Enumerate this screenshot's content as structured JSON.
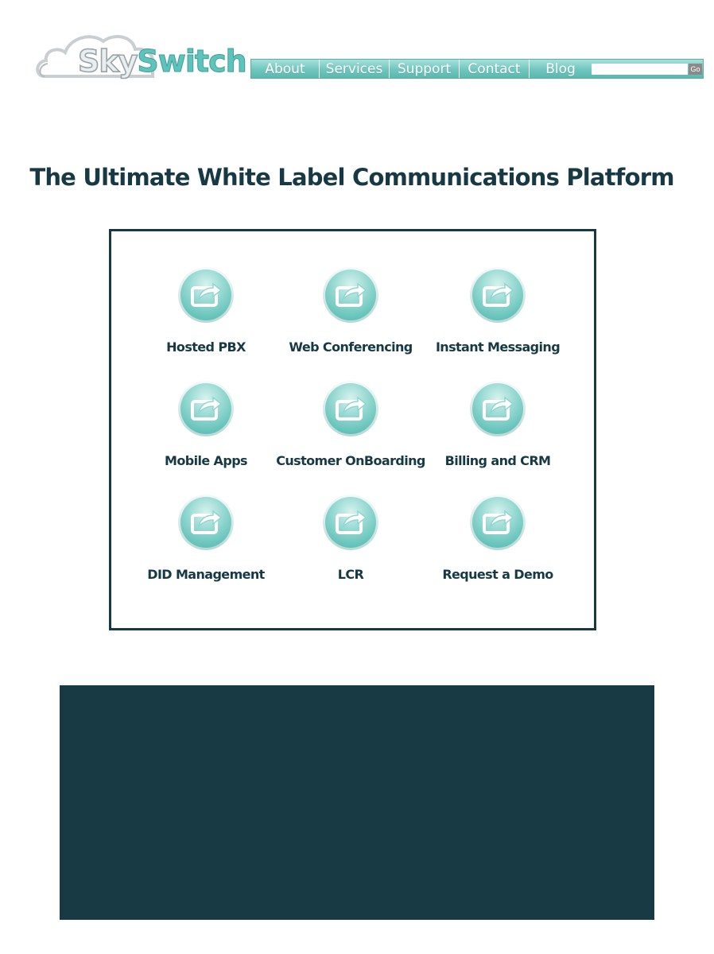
{
  "header": {
    "logo": {
      "part1": "Sky",
      "part2": "Switch"
    },
    "nav": {
      "about": "About",
      "services": "Services",
      "support": "Support",
      "contact": "Contact",
      "blog": "Blog"
    },
    "search": {
      "value": "",
      "go_label": "Go"
    }
  },
  "main": {
    "title": "The Ultimate White Label Communications Platform",
    "services": [
      {
        "label": "Hosted PBX"
      },
      {
        "label": "Web Conferencing"
      },
      {
        "label": "Instant Messaging"
      },
      {
        "label": "Mobile Apps"
      },
      {
        "label": "Customer OnBoarding"
      },
      {
        "label": "Billing and CRM"
      },
      {
        "label": "DID Management"
      },
      {
        "label": "LCR"
      },
      {
        "label": "Request a Demo"
      }
    ]
  },
  "colors": {
    "accent": "#6fc6be",
    "dark": "#173a44"
  },
  "icons": {
    "service": "share-arrow-icon"
  }
}
